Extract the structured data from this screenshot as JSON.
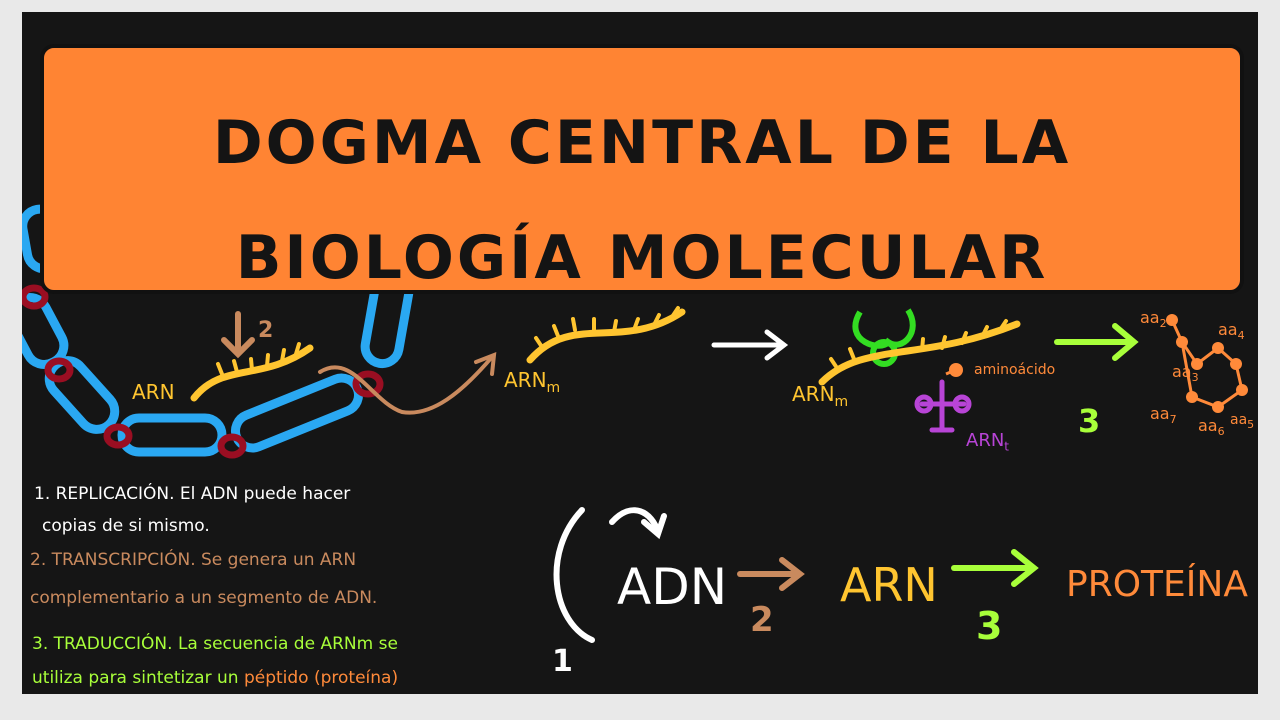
{
  "banner": {
    "title_line1": "DOGMA CENTRAL DE LA",
    "title_line2": "BIOLOGÍA MOLECULAR"
  },
  "diagram": {
    "arn_left": "ARN",
    "arn_m": "ARN",
    "arn_m_sub": "m",
    "arn_m2": "ARN",
    "arn_m2_sub": "m",
    "aminoacido": "aminoácido",
    "arn_t": "ARN",
    "arn_t_sub": "t",
    "step2_small": "2",
    "step3_small": "3",
    "aa_labels": [
      "aa",
      "aa",
      "aa",
      "aa",
      "aa",
      "aa"
    ],
    "aa_subs": [
      "2",
      "4",
      "3",
      "7",
      "6",
      "5"
    ]
  },
  "flow": {
    "adn": "ADN",
    "arn": "ARN",
    "proteina": "PROTEÍNA",
    "step1": "1",
    "step2": "2",
    "step3": "3"
  },
  "notes": {
    "n1_line1": "1. REPLICACIÓN. El ADN puede hacer",
    "n1_line2": "copias de si mismo.",
    "n2_line1": "2. TRANSCRIPCIÓN. Se genera un ARN",
    "n2_line2": "complementario a un segmento de ADN.",
    "n3_line1": "3. TRADUCCIÓN. La secuencia de ARNm se",
    "n3_line2_a": "utiliza para sintetizar un ",
    "n3_line2_b": "péptido (proteína)"
  },
  "colors": {
    "board": "#151515",
    "banner": "#ff8433",
    "dna": "#2aa8f2",
    "rna": "#ffc530",
    "replication": "#ffffff",
    "transcription": "#c98a5e",
    "translation": "#a8ff3a",
    "protein": "#ff8a3a",
    "ribosome": "#33dd22",
    "trna": "#b844d6"
  }
}
